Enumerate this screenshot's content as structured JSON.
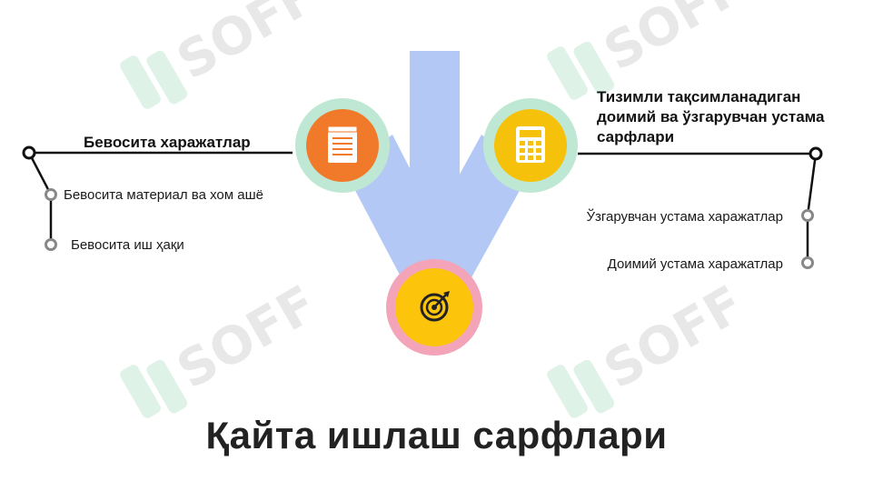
{
  "title": "Қайта ишлаш сарфлари",
  "left_branch": {
    "heading": "Бевосита харажатлар",
    "items": [
      "Бевосита материал ва хом ашё",
      "Бевосита иш ҳақи"
    ],
    "icon": "notepad-icon",
    "color": "#f07a2a"
  },
  "right_branch": {
    "heading": "Тизимли тақсимланадиган доимий ва ўзгарувчан устама сарфлари",
    "items": [
      "Ўзгарувчан устама харажатлар",
      "Доимий устама харажатлар"
    ],
    "icon": "calculator-icon",
    "color": "#f5c10a"
  },
  "center": {
    "icon": "target-icon",
    "color": "#fcc50c",
    "ring_color": "#f4a4b8"
  },
  "watermark": "SOFF",
  "colors": {
    "stem": "#b3c8f5",
    "left_ring": "#bfe8d4",
    "right_ring": "#bfe8d4",
    "line": "#111111",
    "dot": "#888888"
  }
}
